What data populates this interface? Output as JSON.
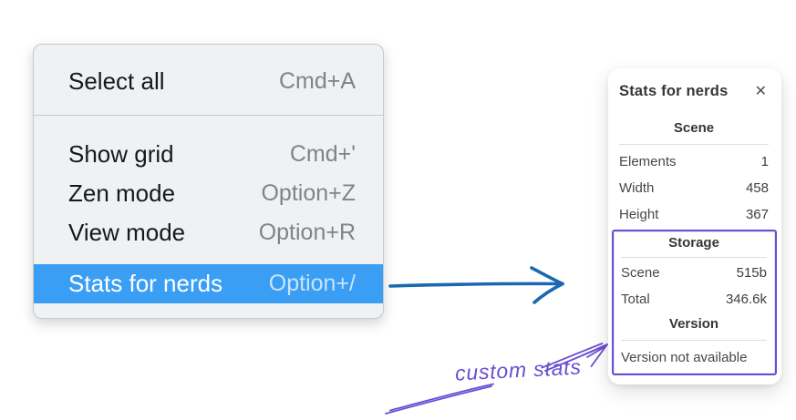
{
  "colors": {
    "highlight_blue": "#3b9ef5",
    "arrow_blue": "#1a67b2",
    "annotation_purple": "#6b4ed2"
  },
  "menu": {
    "items": [
      {
        "label": "Select all",
        "shortcut": "Cmd+A"
      },
      {
        "label": "Show grid",
        "shortcut": "Cmd+'"
      },
      {
        "label": "Zen mode",
        "shortcut": "Option+Z"
      },
      {
        "label": "View mode",
        "shortcut": "Option+R"
      },
      {
        "label": "Stats for nerds",
        "shortcut": "Option+/",
        "highlighted": true
      }
    ]
  },
  "stats_panel": {
    "title": "Stats for nerds",
    "close_icon": "✕",
    "sections": [
      {
        "heading": "Scene",
        "rows": [
          {
            "label": "Elements",
            "value": "1"
          },
          {
            "label": "Width",
            "value": "458"
          },
          {
            "label": "Height",
            "value": "367"
          }
        ]
      },
      {
        "heading": "Storage",
        "rows": [
          {
            "label": "Scene",
            "value": "515b"
          },
          {
            "label": "Total",
            "value": "346.6k"
          }
        ]
      },
      {
        "heading": "Version",
        "message": "Version not available"
      }
    ]
  },
  "annotations": {
    "label": "custom stats"
  }
}
